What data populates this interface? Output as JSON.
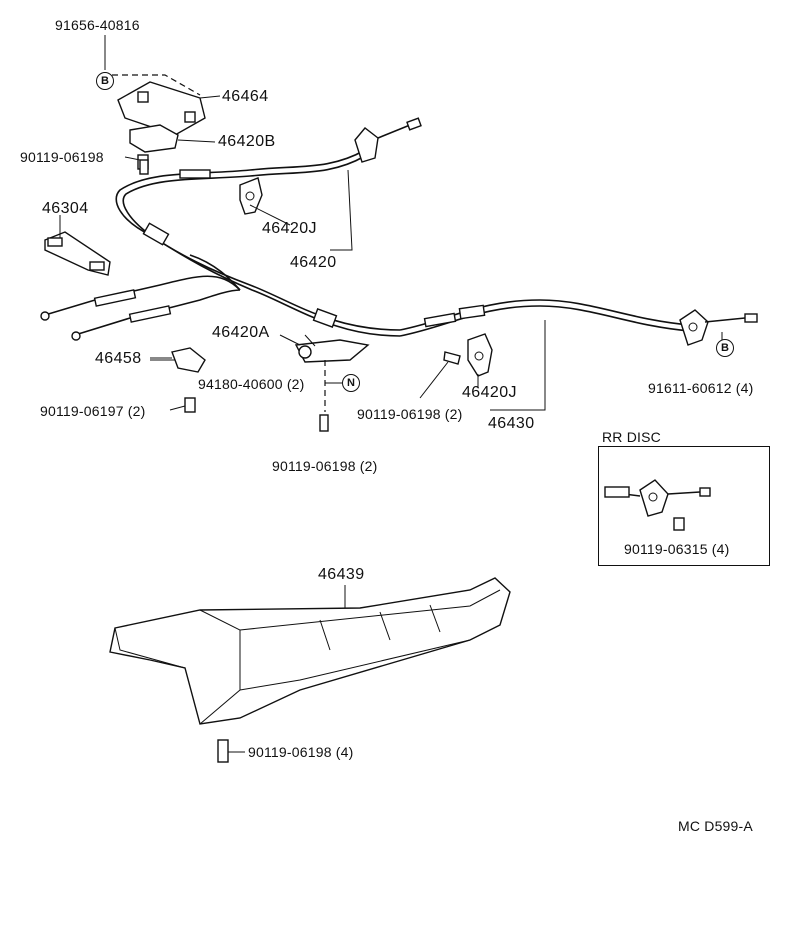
{
  "labels": {
    "p91656": "91656-40816",
    "p46464": "46464",
    "p46420B": "46420B",
    "p90119_a": "90119-06198",
    "p46304": "46304",
    "p46420J_a": "46420J",
    "p46420": "46420",
    "p46420A": "46420A",
    "p46458": "46458",
    "p94180": "94180-40600 (2)",
    "p90119_b": "90119-06197 (2)",
    "p90119_c": "90119-06198 (2)",
    "p90119_d": "90119-06198 (2)",
    "p46420J_b": "46420J",
    "p46430": "46430",
    "p91611": "91611-60612 (4)",
    "rr_disc": "RR DISC",
    "p90119_e": "90119-06315 (4)",
    "p46439": "46439",
    "p90119_f": "90119-06198 (4)",
    "code": "MC D599-A"
  },
  "markers": {
    "b1": "B",
    "b2": "B",
    "n1": "N"
  }
}
